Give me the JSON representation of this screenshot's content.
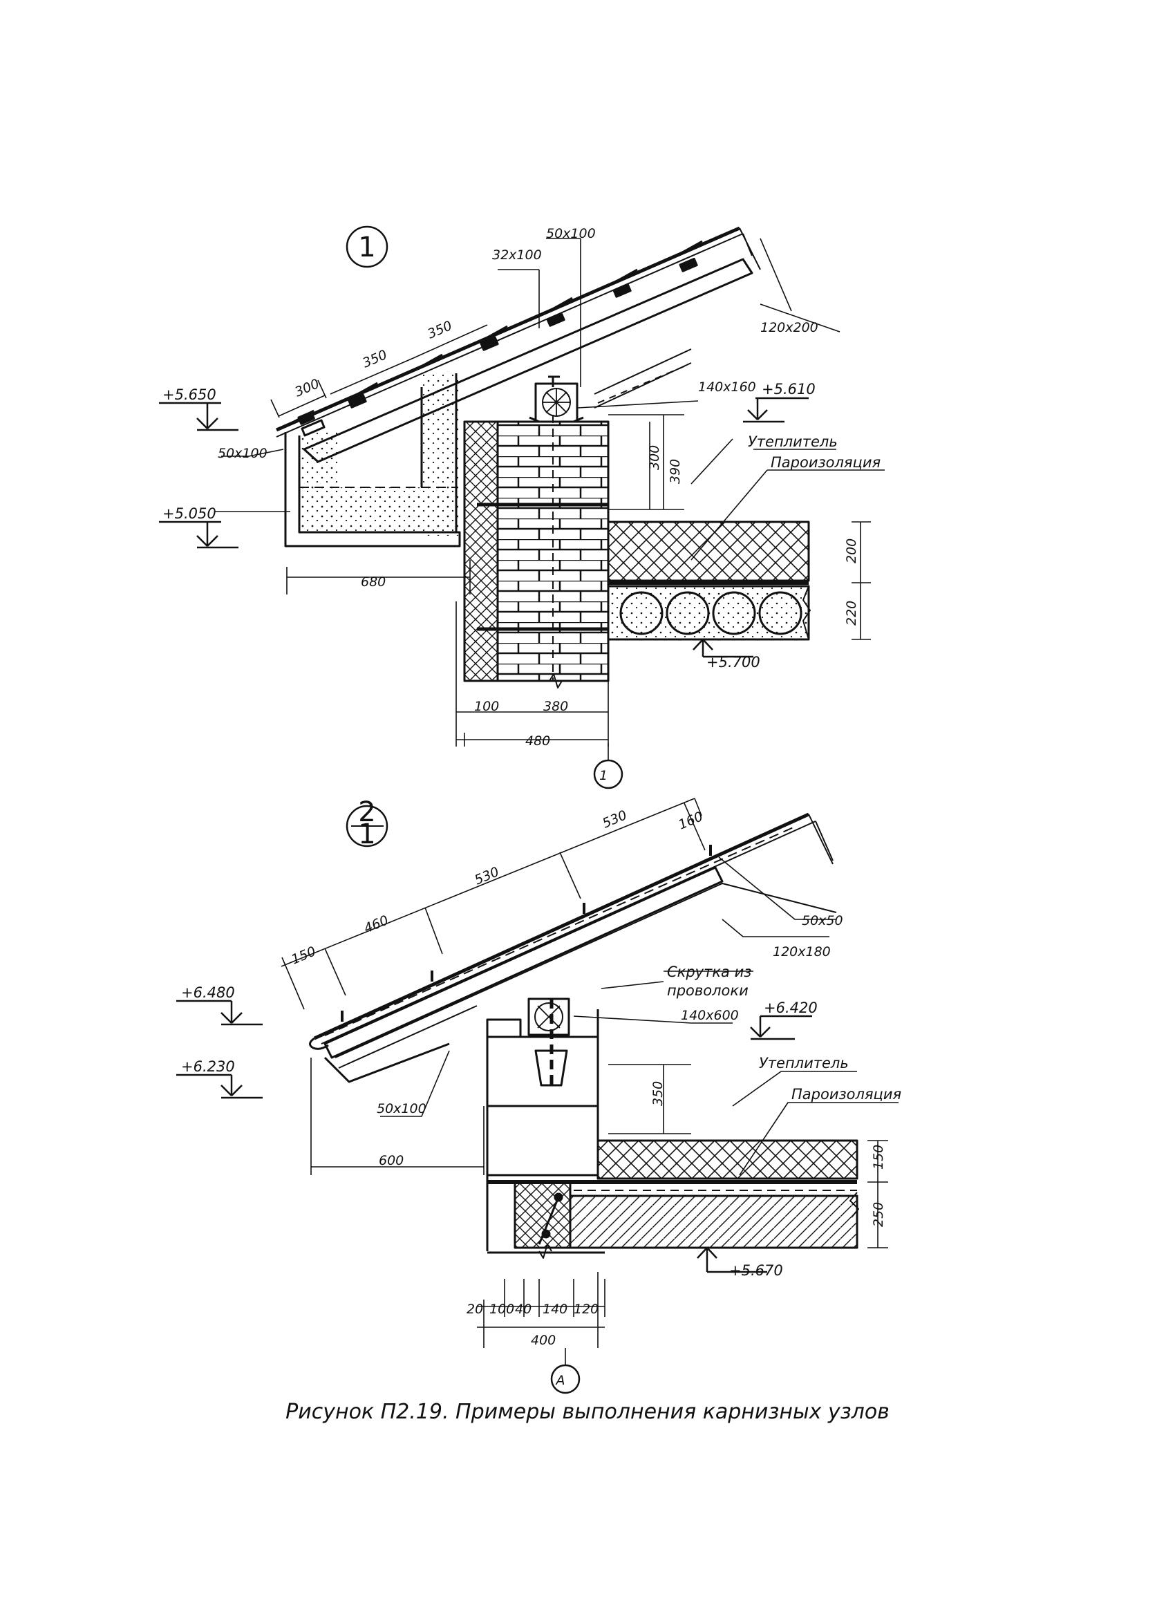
{
  "caption": "Рисунок П2.19. Примеры выполнения карнизных узлов",
  "detail1": {
    "marker": "1",
    "axis": "1",
    "sizes": {
      "rafter_board": "50x100",
      "batten": "32x100",
      "rafter": "120x200",
      "fascia": "50x100",
      "plate": "140x160"
    },
    "dims": {
      "tile_a": "300",
      "tile_b": "350",
      "tile_c": "350",
      "overhang": "680",
      "h300": "300",
      "h390": "390",
      "h200": "200",
      "h220": "220",
      "w100": "100",
      "w380": "380",
      "w480": "480"
    },
    "levels": {
      "eave": "+5.650",
      "soffit": "+5.050",
      "plate": "+5.610",
      "slab": "+5.700"
    },
    "labels": {
      "insulation": "Утеплитель",
      "vapor": "Пароизоляция"
    }
  },
  "detail2": {
    "marker_top": "2",
    "marker_bottom": "1",
    "axis": "A",
    "sizes": {
      "batten": "50x50",
      "rafter": "120x180",
      "plate": "140x600",
      "board": "50x100"
    },
    "dims": {
      "d160": "160",
      "d530a": "530",
      "d530b": "530",
      "d460": "460",
      "d150": "150",
      "overhang": "600",
      "h350": "350",
      "h150": "150",
      "h250": "250",
      "w20": "20",
      "w100": "100",
      "w40": "40",
      "w140": "140",
      "w120": "120",
      "w400": "400"
    },
    "levels": {
      "eave": "+6.480",
      "soffit": "+6.230",
      "plate": "+6.420",
      "slab": "+5.670"
    },
    "labels": {
      "wire1": "Скрутка из",
      "wire2": "проволоки",
      "insulation": "Утеплитель",
      "vapor": "Пароизоляция"
    }
  }
}
